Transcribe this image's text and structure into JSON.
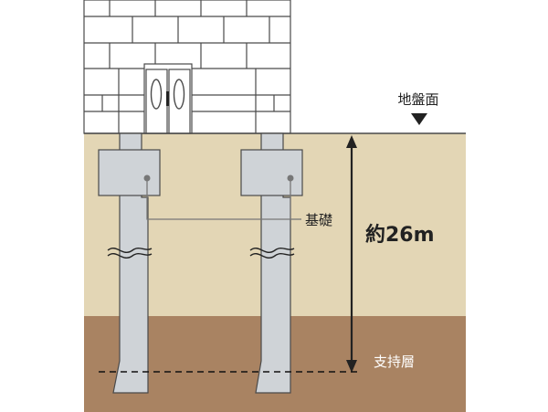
{
  "labels": {
    "ground_surface": "地盤面",
    "foundation": "基礎",
    "depth": "約26m",
    "bearing_layer": "支持層"
  },
  "colors": {
    "upper_soil": "#e3d6b5",
    "bearing_soil": "#a98362",
    "pile": "#cfd3d7",
    "outline": "#4a4a4a",
    "text_dark": "#222222",
    "text_light": "#ffffff"
  }
}
